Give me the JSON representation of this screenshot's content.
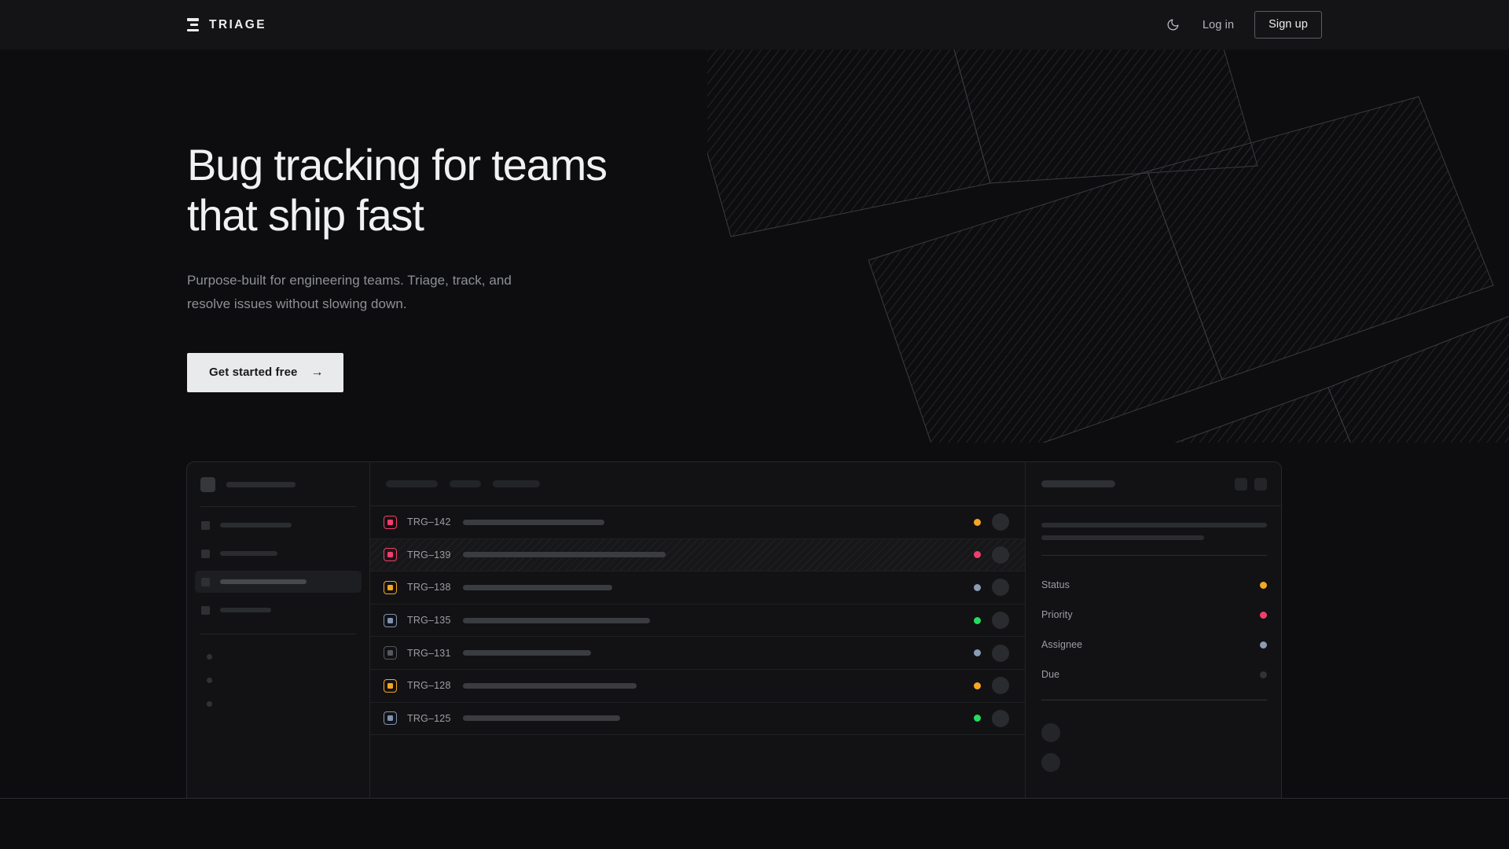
{
  "nav": {
    "brand": "TRIAGE",
    "brand_icon": "stack-logo-icon",
    "theme_toggle_icon": "moon-icon",
    "login_label": "Log in",
    "signup_label": "Sign up"
  },
  "hero": {
    "headline": "Bug tracking for teams\nthat ship fast",
    "subhead": "Purpose-built for engineering teams. Triage, track, and\nresolve issues without slowing down.",
    "cta_label": "Get started free",
    "cta_arrow": "→",
    "decoration": "diagonal-hatched-panels"
  },
  "mock": {
    "sidebar": {
      "nav_items": [
        {
          "active": false
        },
        {
          "active": false
        },
        {
          "active": true
        },
        {
          "active": false
        }
      ],
      "dot_items": 3
    },
    "list": {
      "toolbar_chips": [
        66,
        40,
        60
      ],
      "rows": [
        {
          "id": "TRG–142",
          "icon_color": "#f23e6b",
          "bar": 180,
          "dot": "#f5a623",
          "highlight": false
        },
        {
          "id": "TRG–139",
          "icon_color": "#f23e6b",
          "bar": 258,
          "dot": "#f23e6b",
          "highlight": true
        },
        {
          "id": "TRG–138",
          "icon_color": "#f5a623",
          "bar": 190,
          "dot": "#8b9bb4",
          "highlight": false
        },
        {
          "id": "TRG–135",
          "icon_color": "#7f93b0",
          "bar": 238,
          "dot": "#22dd5f",
          "highlight": false
        },
        {
          "id": "TRG–131",
          "icon_color": "#55585d",
          "bar": 163,
          "dot": "#8b9bb4",
          "highlight": false
        },
        {
          "id": "TRG–128",
          "icon_color": "#f5a623",
          "bar": 221,
          "dot": "#f5a623",
          "highlight": false
        },
        {
          "id": "TRG–125",
          "icon_color": "#7f93b0",
          "bar": 200,
          "dot": "#22dd5f",
          "highlight": false
        }
      ]
    },
    "detail": {
      "header_buttons": 2,
      "body_lines": [
        287,
        207
      ],
      "fields": [
        {
          "label": "Status",
          "color": "#f5a623"
        },
        {
          "label": "Priority",
          "color": "#f23e6b"
        },
        {
          "label": "Assignee",
          "color": "#8b9bb4"
        },
        {
          "label": "Due",
          "color": "#303236"
        }
      ],
      "people": 2
    }
  },
  "colors": {
    "background": "#0d0d0f",
    "nav_background": "#141416",
    "panel": "#121214",
    "border": "#27282b",
    "text_primary": "#f0f1f2",
    "text_muted": "#8d9096",
    "cta_background": "#e9eaec",
    "accent_orange": "#f5a623",
    "accent_pink": "#f23e6b",
    "accent_green": "#22dd5f",
    "accent_slate": "#8b9bb4"
  }
}
